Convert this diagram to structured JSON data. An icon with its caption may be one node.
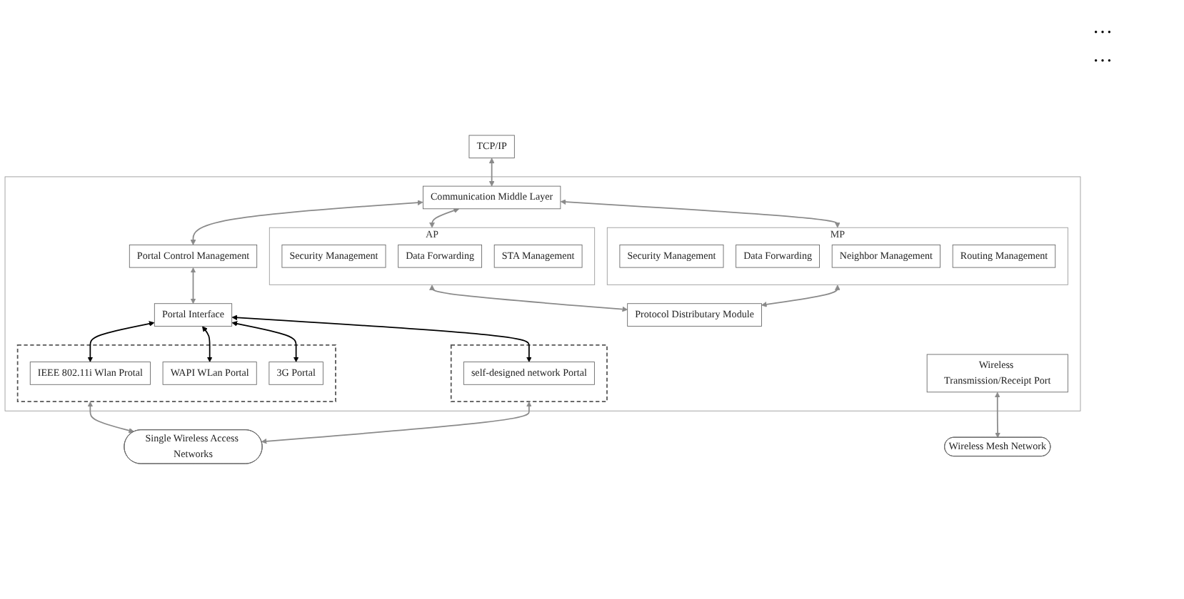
{
  "diagram": {
    "nodes": [
      {
        "text": [
          "TCP/IP"
        ]
      },
      {
        "text": [],
        "shape": "box"
      },
      {
        "text": [
          "Communication Middle Layer"
        ],
        "in": 1
      },
      {
        "text": [
          "AP"
        ],
        "in": 1
      },
      {
        "text": [
          "Security Management"
        ],
        "in": 3
      },
      {
        "text": [
          "Data Forwarding"
        ],
        "in": 3
      },
      {
        "text": [
          "STA Management"
        ],
        "in": 3
      },
      {
        "text": [
          "MP"
        ],
        "in": 1
      },
      {
        "text": [
          "Security Management"
        ],
        "in": 7
      },
      {
        "text": [
          "Data Forwarding"
        ],
        "in": 7
      },
      {
        "text": [
          "Neighbor Management"
        ],
        "in": 7
      },
      {
        "text": [
          "Routing Management"
        ],
        "in": 7
      },
      {
        "text": [
          "Portal Control Management"
        ],
        "in": 1
      },
      {
        "text": [
          "Portal Interface"
        ],
        "in": 1
      },
      {
        "text": [
          "Protocol Distributary Module"
        ],
        "in": 1
      },
      {
        "text": [
          "Wireless Transmission/Receipt Port"
        ],
        "in": 1
      },
      {
        "text": [],
        "shape": "box",
        "in": 1
      },
      {
        "text": [
          "IEEE 802.11i Wlan Protal"
        ],
        "in": 16
      },
      {
        "text": [
          "WAPI WLan Portal"
        ],
        "in": 16
      },
      {
        "text": [
          "3G Portal"
        ],
        "in": 16
      },
      {
        "text": [],
        "shape": "box",
        "in": 1
      },
      {
        "text": [
          "self-designed network Portal"
        ],
        "in": 20
      },
      {
        "text": [
          "Wireless Mesh Network"
        ]
      },
      {
        "text": [
          "Single Wireless Access Networks"
        ]
      }
    ],
    "edges": [
      {
        "from": 0,
        "to": 2,
        "arrow": "both"
      },
      {
        "from": 2,
        "to": 3,
        "arrow": "both"
      },
      {
        "from": 2,
        "to": 7,
        "arrow": "both"
      },
      {
        "from": 2,
        "to": 12,
        "arrow": "both"
      },
      {
        "from": 12,
        "to": 13,
        "arrow": "both"
      },
      {
        "from": 3,
        "to": 14,
        "arrow": "both"
      },
      {
        "from": 7,
        "to": 14,
        "arrow": "both"
      },
      {
        "from": 13,
        "to": 17,
        "arrow": "both",
        "color": "#000000"
      },
      {
        "from": 13,
        "to": 18,
        "arrow": "both",
        "color": "#000000"
      },
      {
        "from": 13,
        "to": 19,
        "arrow": "both",
        "color": "#000000"
      },
      {
        "from": 13,
        "to": 21,
        "arrow": "both",
        "color": "#000000"
      },
      {
        "from": 15,
        "to": 22,
        "arrow": "both"
      },
      {
        "from": 16,
        "to": 23,
        "arrow": "both"
      },
      {
        "from": 20,
        "to": 23,
        "arrow": "both"
      }
    ],
    "labels": [
      "…",
      "…"
    ]
  }
}
